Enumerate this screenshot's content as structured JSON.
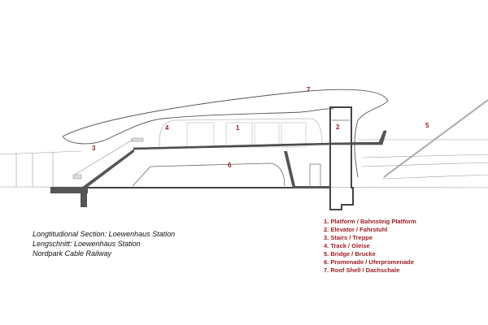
{
  "drawing": {
    "labels": {
      "roof": "7",
      "track": "4",
      "platform": "1",
      "elevator": "2",
      "bridge": "5",
      "stairs": "3",
      "promenade": "6"
    }
  },
  "caption": {
    "line1": "Longtitudional Section: Loewenhaus Station",
    "line2": "Lengschnitt: Loewenhaus Station",
    "line3": "Nordpark Cable Railway"
  },
  "legend": {
    "items": [
      "1. Platform / Bahnsteig Platform",
      "2. Elevator / Fahrstuhl",
      "3. Stairs / Treppe",
      "4. Track / Gleise",
      "5. Bridge / Brucke",
      "6. Promenade / Uferpromenade",
      "7. Roof Shell / Dachschale"
    ]
  },
  "colors": {
    "label": "#9b1b1f",
    "line": "#444444",
    "slab": "#555555"
  }
}
